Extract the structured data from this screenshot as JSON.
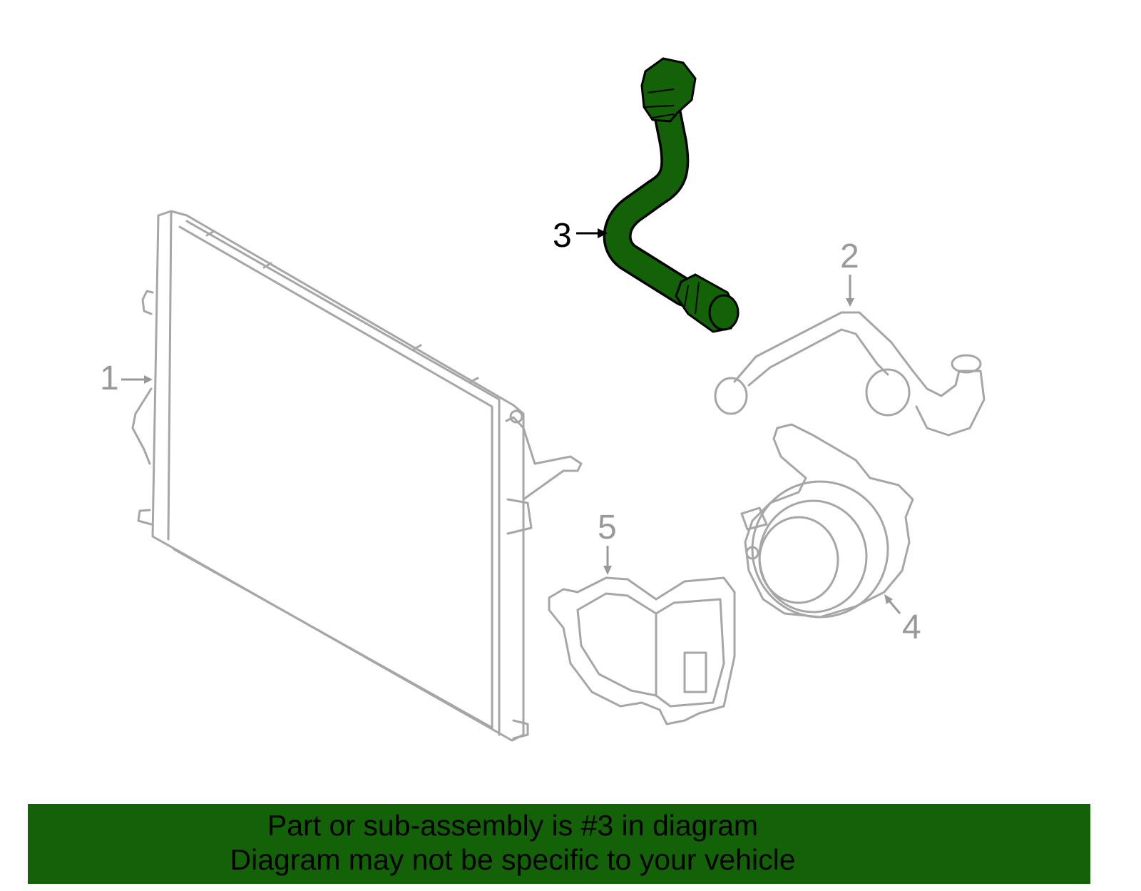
{
  "diagram": {
    "callouts": [
      {
        "number": "1",
        "selected": false
      },
      {
        "number": "2",
        "selected": false
      },
      {
        "number": "3",
        "selected": true
      },
      {
        "number": "4",
        "selected": false
      },
      {
        "number": "5",
        "selected": false
      }
    ],
    "highlight_color": "#136207"
  },
  "banner": {
    "line1": "Part or sub-assembly is #3 in diagram",
    "line2": "Diagram may not be specific to your vehicle",
    "background": "#136207"
  }
}
